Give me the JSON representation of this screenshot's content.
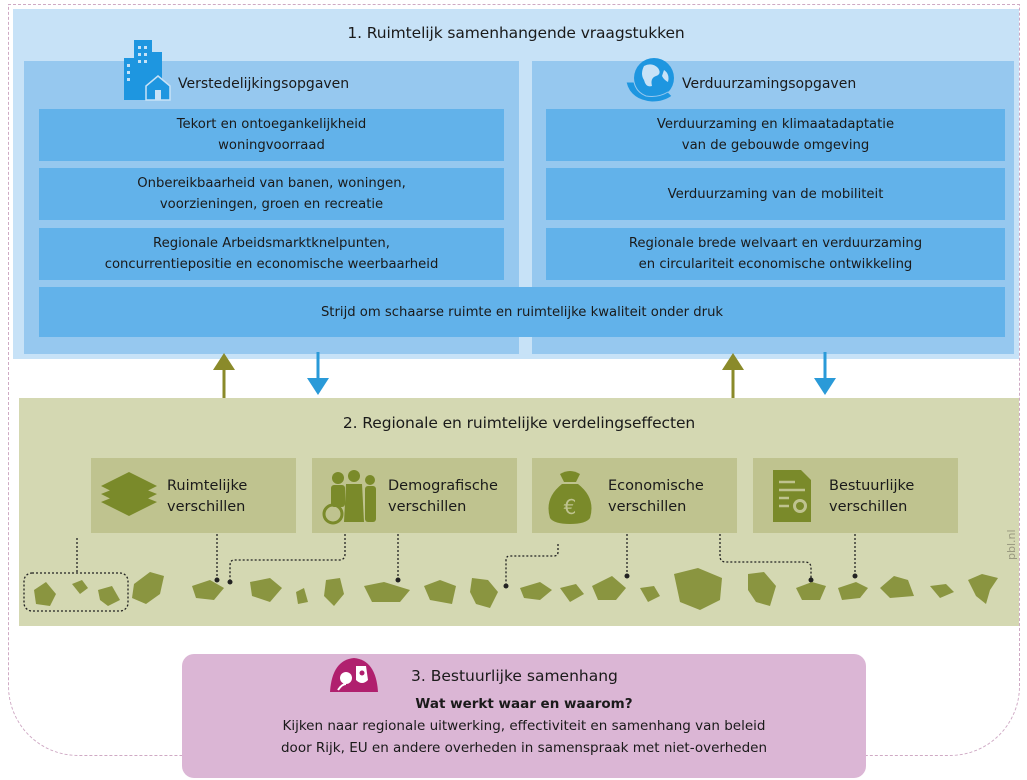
{
  "section1": {
    "title": "1. Ruimtelijk samenhangende vraagstukken",
    "left": {
      "heading": "Verstedelijkingsopgaven",
      "icon": "city-buildings-icon",
      "items": [
        {
          "line1": "Tekort en ontoegankelijkheid",
          "line2": "woningvoorraad"
        },
        {
          "line1": "Onbereikbaarheid van banen, woningen,",
          "line2": "voorzieningen, groen en recreatie"
        },
        {
          "line1": "Regionale Arbeidsmarktknelpunten,",
          "line2": "concurrentiepositie en economische weerbaarheid"
        }
      ]
    },
    "right": {
      "heading": "Verduurzamingsopgaven",
      "icon": "globe-hand-icon",
      "items": [
        {
          "line1": "Verduurzaming en klimaatadaptatie",
          "line2": "van de gebouwde omgeving"
        },
        {
          "line1": "Verduurzaming van de mobiliteit",
          "line2": ""
        },
        {
          "line1": "Regionale brede welvaart en verduurzaming",
          "line2": "en circulariteit economische ontwikkeling"
        }
      ]
    },
    "shared": "Strijd om schaarse ruimte en ruimtelijke kwaliteit onder druk"
  },
  "section2": {
    "title": "2. Regionale en ruimtelijke verdelingseffecten",
    "cards": [
      {
        "line1": "Ruimtelijke",
        "line2": "verschillen",
        "icon": "layers-icon"
      },
      {
        "line1": "Demografische",
        "line2": "verschillen",
        "icon": "people-icon"
      },
      {
        "line1": "Economische",
        "line2": "verschillen",
        "icon": "money-bag-icon"
      },
      {
        "line1": "Bestuurlijke",
        "line2": "verschillen",
        "icon": "document-seal-icon"
      }
    ],
    "credit": "pbl.nl"
  },
  "section3": {
    "title": "3. Bestuurlijke samenhang",
    "question": "Wat werkt waar en waarom?",
    "line1": "Kijken naar regionale uitwerking, effectiviteit en samenhang van beleid",
    "line2": "door Rijk, EU en andere overheden in samenspraak met niet-overheden",
    "icon": "government-crest-icon"
  },
  "colors": {
    "blue_light": "#c7e2f7",
    "blue_mid": "#96c8ef",
    "blue_box": "#62b2ea",
    "arrow_up": "#8a8a2a",
    "arrow_down": "#2a9ad8",
    "olive_bg": "#d4d8b2",
    "olive_card": "#bfc38f",
    "olive_shape": "#8a9540",
    "pink_bg": "#dbb6d5",
    "crest": "#b0206e"
  }
}
